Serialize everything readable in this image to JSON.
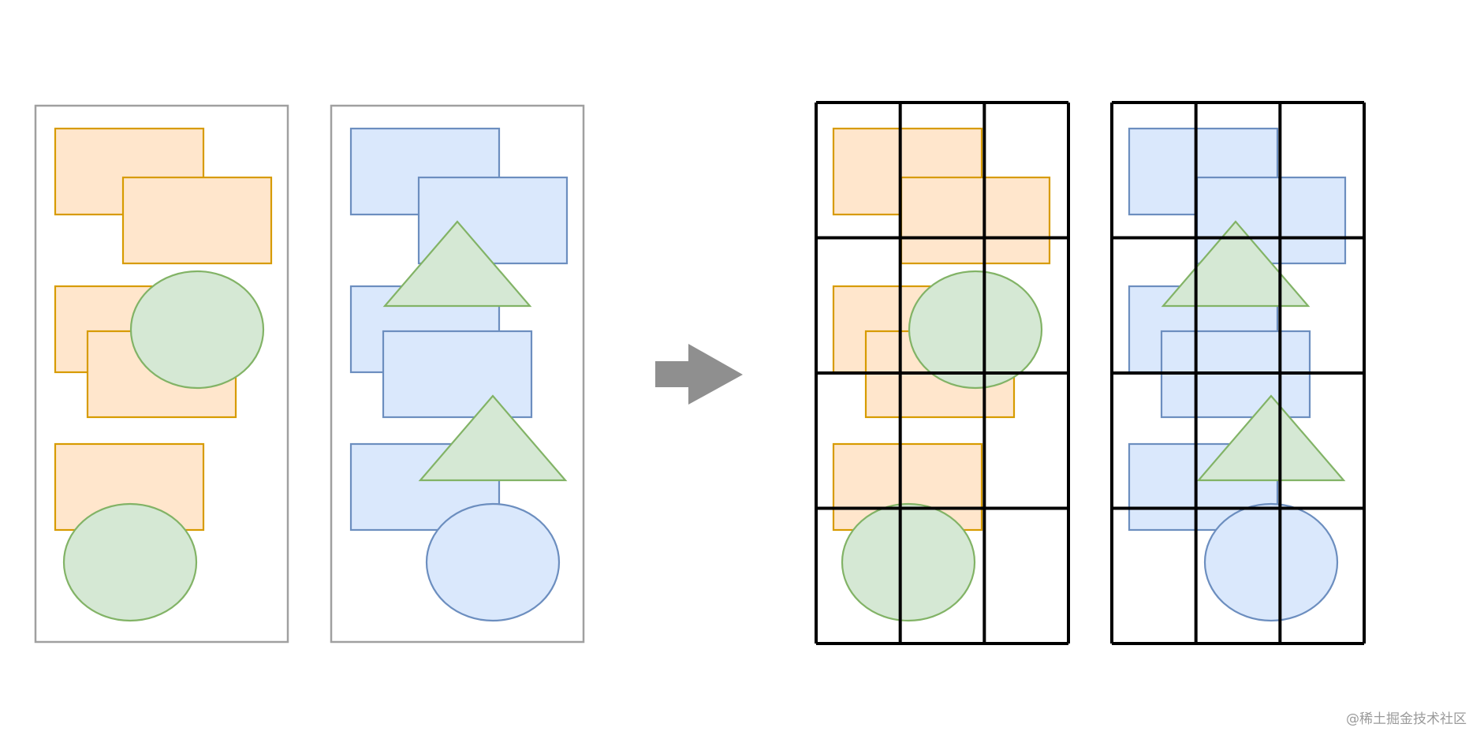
{
  "colors": {
    "orange_fill": "#ffe6cc",
    "orange_stroke": "#d79b00",
    "blue_fill": "#dae8fc",
    "blue_stroke": "#6c8ebf",
    "green_fill": "#d5e8d4",
    "green_stroke": "#82b366",
    "frame_stroke": "#a0a0a0",
    "grid_stroke": "#000000",
    "arrow_fill": "#8f8f8f"
  },
  "panels": [
    {
      "name": "orange-shapes-panel"
    },
    {
      "name": "blue-shapes-panel"
    }
  ],
  "grids": [
    {
      "name": "orange-shapes-grid",
      "columns": 3,
      "rows": 4
    },
    {
      "name": "blue-shapes-grid",
      "columns": 3,
      "rows": 4
    }
  ],
  "arrow": {
    "icon": "right-arrow-icon"
  },
  "watermark": "@稀土掘金技术社区"
}
